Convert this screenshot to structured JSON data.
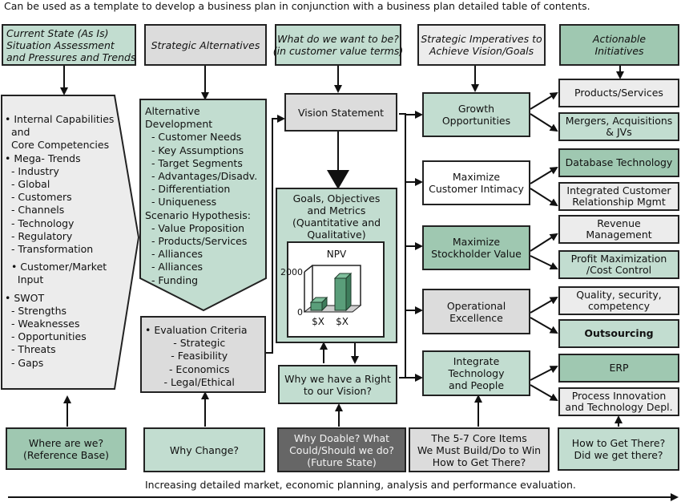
{
  "top_caption": "Can be used as a template to develop a business plan in conjunction with  a business plan detailed table of contents.",
  "bottom_caption": "Increasing detailed market, economic planning, analysis and performance evaluation.",
  "headers": {
    "current_state": "Current State (As Is)\nSituation Assessment\nand Pressures and Trends",
    "strategic_alternatives": "Strategic Alternatives",
    "what_do_we_want": "What do we want to be?\n(in customer value terms)",
    "strategic_imperatives": "Strategic Imperatives to\nAchieve Vision/Goals",
    "actionable_initiatives": "Actionable\nInitiatives"
  },
  "current_state_list": [
    "• Internal Capabilities",
    "  and",
    "  Core Competencies",
    "• Mega- Trends",
    "  - Industry",
    "  - Global",
    "  - Customers",
    "  - Channels",
    "  - Technology",
    "  - Regulatory",
    "  - Transformation",
    "",
    "  • Customer/Market",
    "    Input",
    "",
    "• SWOT",
    "  - Strengths",
    "  - Weaknesses",
    "  - Opportunities",
    "  - Threats",
    "  - Gaps"
  ],
  "alternatives_list": [
    "Alternative",
    "Development",
    "  - Customer Needs",
    "  - Key Assumptions",
    "  - Target Segments",
    "  - Advantages/Disadv.",
    "  - Differentiation",
    "  - Uniqueness",
    "Scenario Hypothesis:",
    "  - Value Proposition",
    "  - Products/Services",
    "  - Alliances",
    "  - Alliances",
    "  - Funding"
  ],
  "evaluation_list": [
    "• Evaluation Criteria",
    "  - Strategic",
    "  - Feasibility",
    "  - Economics",
    "  - Legal/Ethical"
  ],
  "vision_statement": "Vision Statement",
  "goals_box": "Goals, Objectives\nand Metrics\n(Quantitative and\nQualitative)",
  "right_to_vision": "Why we have a Right\nto our Vision?",
  "chart_data": {
    "type": "bar",
    "title": "NPV",
    "categories": [
      "$X",
      "$X"
    ],
    "values": [
      400,
      1600
    ],
    "ylim": [
      0,
      2000
    ],
    "yticks": [
      "0",
      "2000"
    ],
    "xlabel": "",
    "ylabel": "",
    "style": "3d",
    "bar_color": "#5a9e7a"
  },
  "imperatives": [
    {
      "label": "Growth\nOpportunities",
      "initiatives": [
        "Products/Services",
        "Mergers, Acquisitions\n& JVs"
      ]
    },
    {
      "label": "Maximize\nCustomer Intimacy",
      "initiatives": [
        "Database Technology",
        "Integrated Customer\nRelationship Mgmt"
      ]
    },
    {
      "label": "Maximize\nStockholder Value",
      "initiatives": [
        "Revenue\nManagement",
        "Profit Maximization\n/Cost Control"
      ]
    },
    {
      "label": "Operational\nExcellence",
      "initiatives": [
        "Quality, security,\ncompetency",
        "Outsourcing"
      ]
    },
    {
      "label": "Integrate\nTechnology\nand People",
      "initiatives": [
        "ERP",
        "Process Innovation\nand Technology Depl."
      ]
    }
  ],
  "bottom_questions": {
    "where_are_we": "Where are we?\n(Reference Base)",
    "why_change": "Why Change?",
    "why_doable": "Why Doable? What\nCould/Should we do?\n(Future State)",
    "core_items": "The 5-7 Core Items\nWe Must Build/Do to Win\nHow to Get There?",
    "how_to_get_there": "How to Get There?\nDid we get there?"
  },
  "colors": {
    "light_green": "#c2ddd0",
    "medium_green": "#9fc8b1",
    "light_gray": "#dcdcdc",
    "dark_gray": "#666666"
  }
}
